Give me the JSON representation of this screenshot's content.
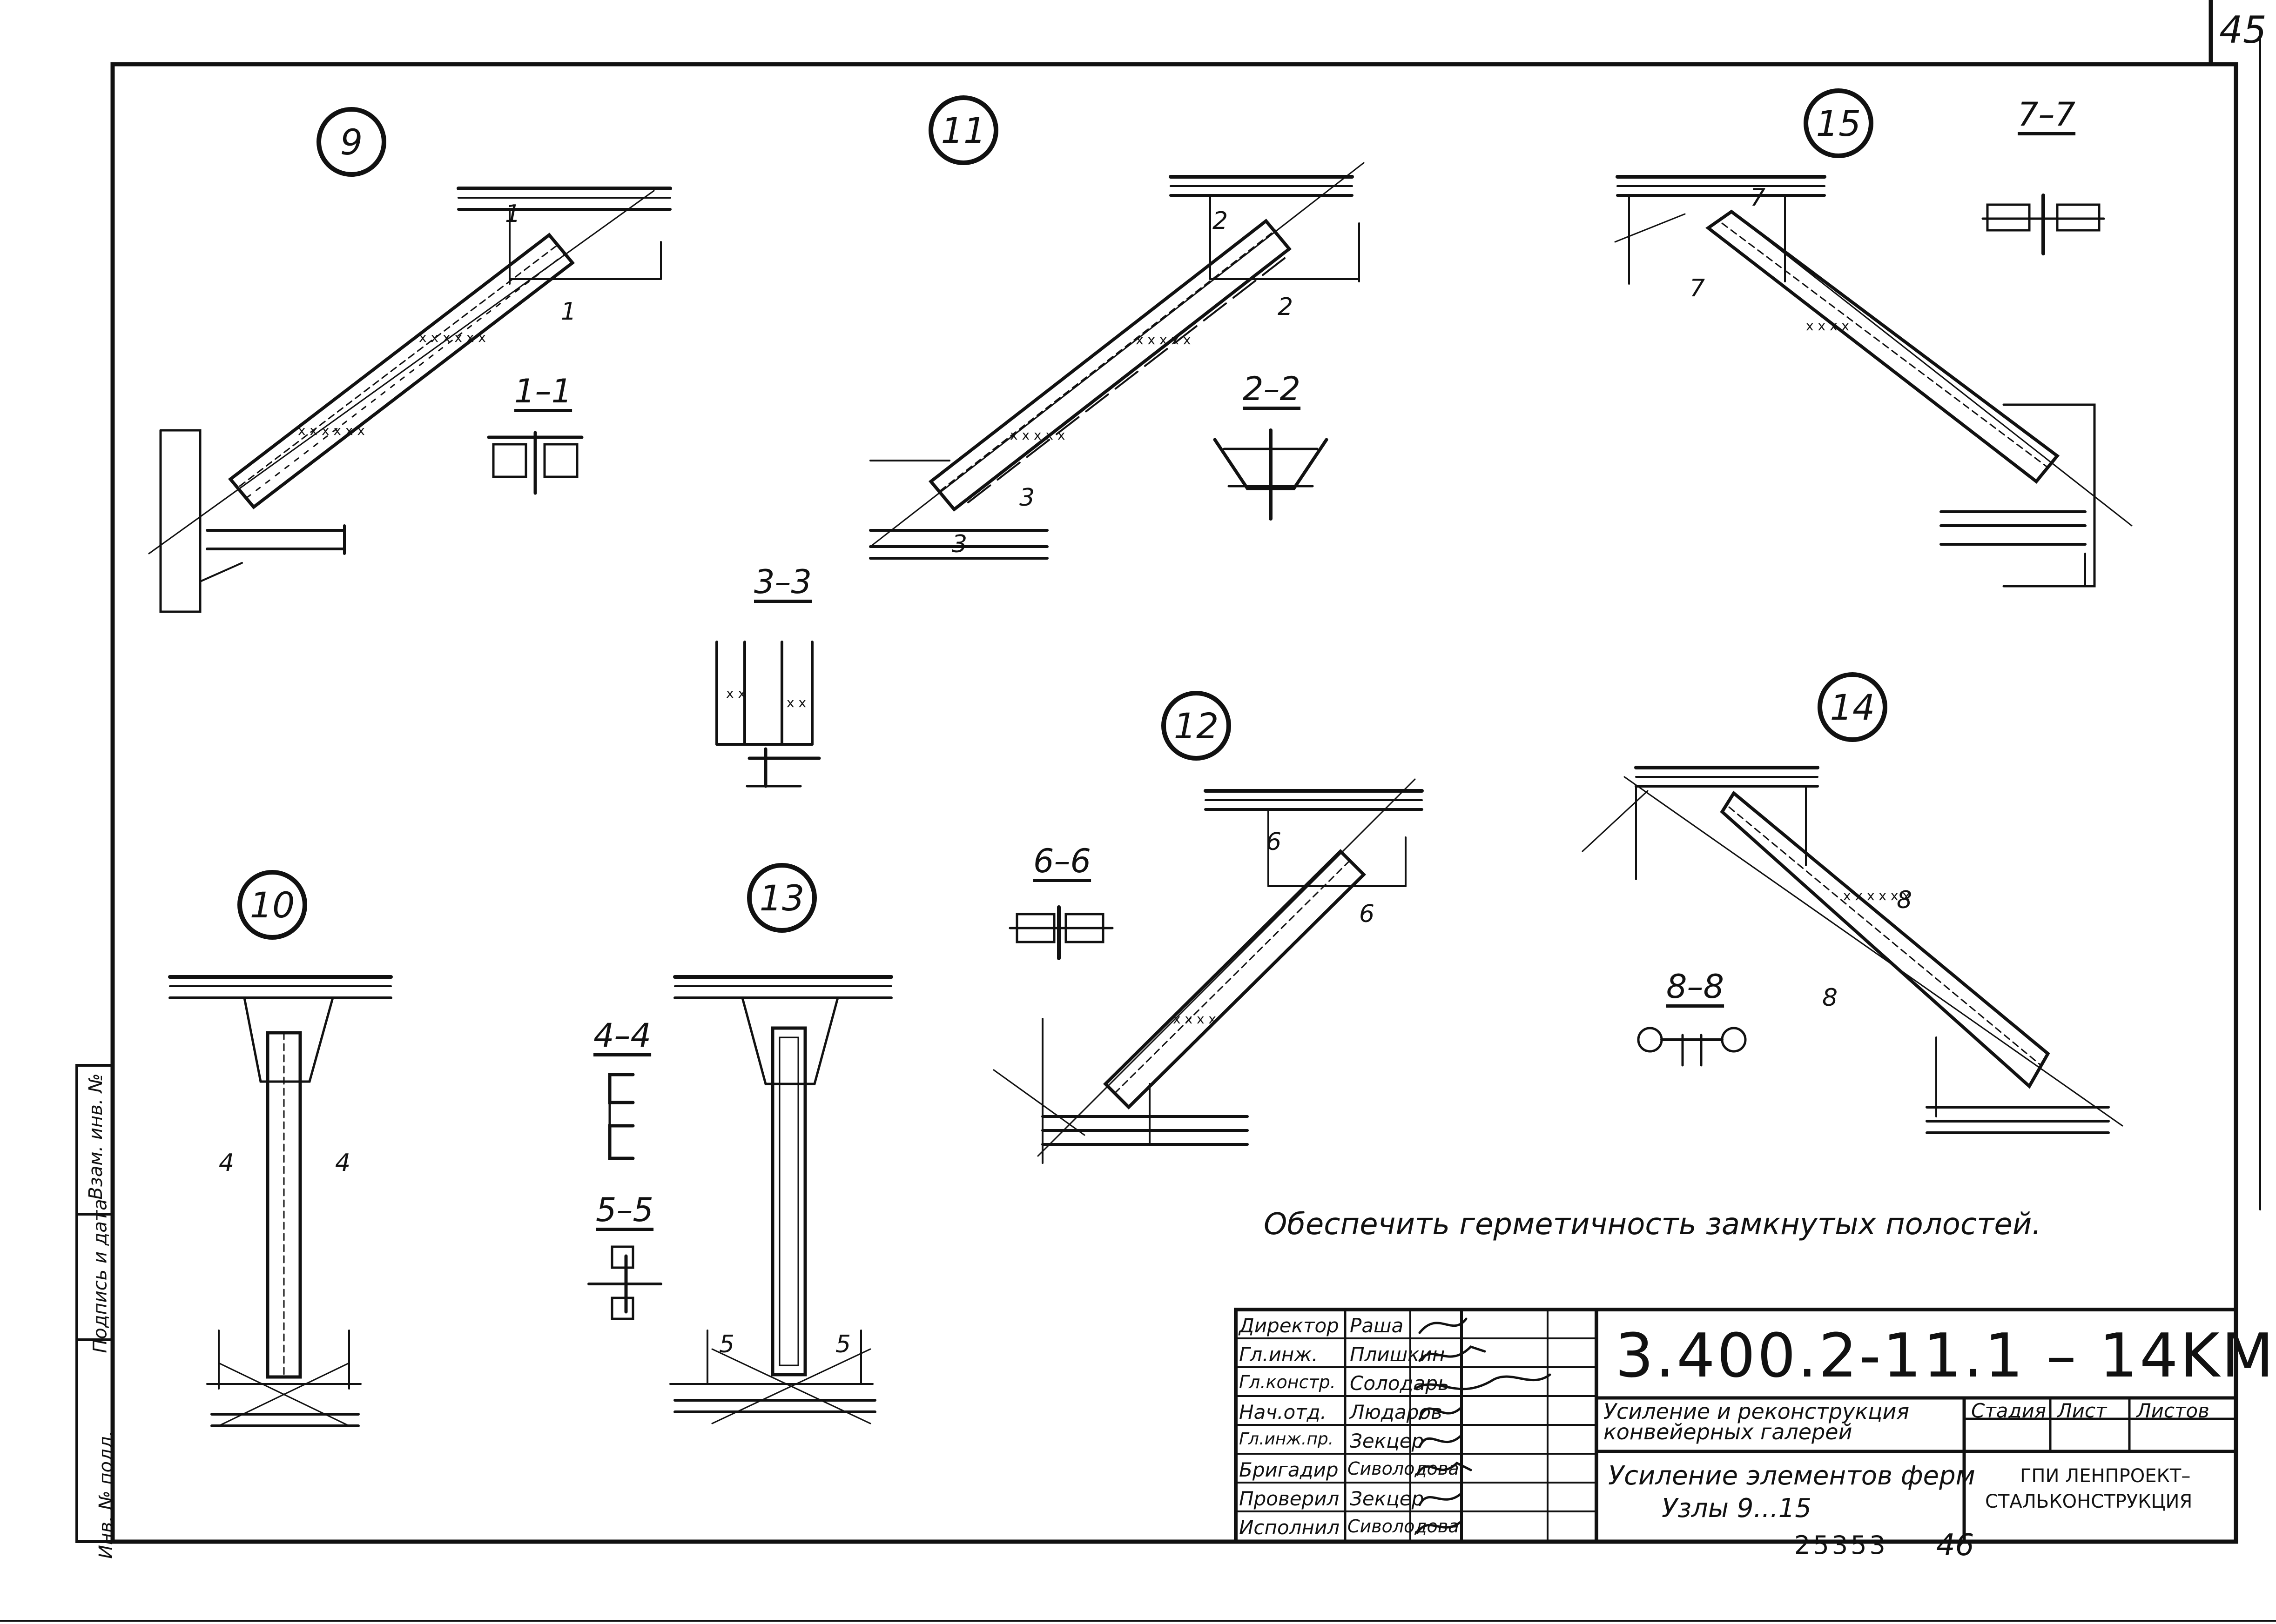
{
  "sheet_number": "45",
  "node_labels": {
    "n9": "9",
    "n11": "11",
    "n15": "15",
    "n12": "12",
    "n14": "14",
    "n10": "10",
    "n13": "13"
  },
  "section_labels": {
    "s11": "1–1",
    "s22": "2–2",
    "s33": "3–3",
    "s44": "4–4",
    "s55": "5–5",
    "s66": "6–6",
    "s77": "7–7",
    "s88": "8–8"
  },
  "section_marks": [
    "1",
    "1",
    "2",
    "2",
    "3",
    "3",
    "4",
    "4",
    "5",
    "5",
    "6",
    "6",
    "7",
    "7",
    "8",
    "8"
  ],
  "note": "Обеспечить  герметичность  замкнутых     полостей.",
  "title_block": {
    "designation": "3.400.2-11.1 – 14KM",
    "project_title": "Усиление и реконструкция конвейерных галерей",
    "sheet_title_line1": "Усиление элементов ферм",
    "sheet_title_line2": "Узлы 9...15",
    "col_stage": "Стадия",
    "col_sheet": "Лист",
    "col_sheets": "Листов",
    "organization_line1": "ГПИ ЛЕНПРОЕКТ–",
    "organization_line2": "СТАЛЬКОНСТРУКЦИЯ",
    "roles": [
      {
        "role": "Директор",
        "name": "Раша"
      },
      {
        "role": "Гл.инж.",
        "name": "Плишкин"
      },
      {
        "role": "Гл.констр.",
        "name": "Солодарь"
      },
      {
        "role": "Нач.отд.",
        "name": "Людаров"
      },
      {
        "role": "Гл.инж.пр.",
        "name": "Зекцер"
      },
      {
        "role": "Бригадир",
        "name": "Сиволодова"
      },
      {
        "role": "Проверил",
        "name": "Зекцер"
      },
      {
        "role": "Исполнил",
        "name": "Сиволодова"
      }
    ]
  },
  "side_stamp": {
    "inv_podl": "Инв. № подл.",
    "podpis": "Подпись и дата",
    "vzam": "Взам. инв. №"
  },
  "bottom_number": "25353",
  "bottom_page": "46"
}
